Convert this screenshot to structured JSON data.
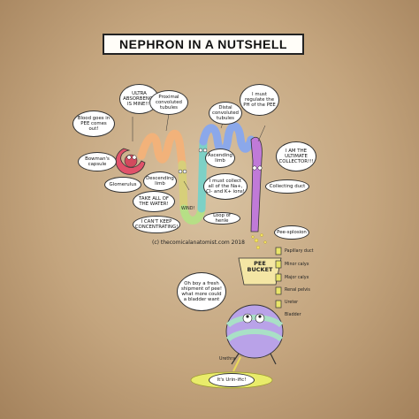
{
  "title": "NEPHRON IN A NUTSHELL",
  "colors": {
    "background": "#c8aa84",
    "capsule_red": "#e0526a",
    "proximal_orange": "#f2b27a",
    "loop_green": "#b6df86",
    "ascending_teal": "#7dd1c6",
    "distal_blue": "#8ba8ea",
    "collecting_purple": "#c07ad8",
    "urine_yellow": "#e9ec6a",
    "bladder_stripes": [
      "#b9a2e8",
      "#a9e0c6",
      "#f4c9a8"
    ]
  },
  "bubbles": {
    "ultra": "ULTRA ABSORBENCY IS MINE!!!",
    "blood": "Blood goes in PEE comes out!",
    "proximal": "Proximal convoluted tubules",
    "bowmans": "Bowman's capsule",
    "descending": "Descending limb",
    "distal": "Distal convoluted tubules",
    "regulate": "I must regulate the PH of the PEE",
    "ascending": "Ascending limb",
    "collect_ions": "I must collect all of the Na+, Cl- and K+ ions!",
    "ultimate": "I AM THE ULTIMATE COLLECTOR!!!",
    "glomerulus": "Glomerulus",
    "take_water": "TAKE ALL OF THE WATER!",
    "cant_keep": "I CAN'T KEEP CONCENTRATING!",
    "collecting_duct": "Collecting duct",
    "loop_henle": "Loop of henle",
    "peesplosion": "Pee-splosion",
    "oh_boy": "Oh boy a fresh shipment of pee! what more could a bladder want",
    "urinific": "It's Urin-ific!"
  },
  "labels": {
    "wind": "WIND!",
    "papillary": "Papillary duct",
    "minor": "Minor calyx",
    "major": "Major calyx",
    "pelvis": "Renal pelvis",
    "ureter": "Ureter",
    "bladder": "Bladder",
    "urethra": "Urethra"
  },
  "bucket": "PEE BUCKET",
  "copyright": "(c) thecomicalanatomist.com 2018"
}
